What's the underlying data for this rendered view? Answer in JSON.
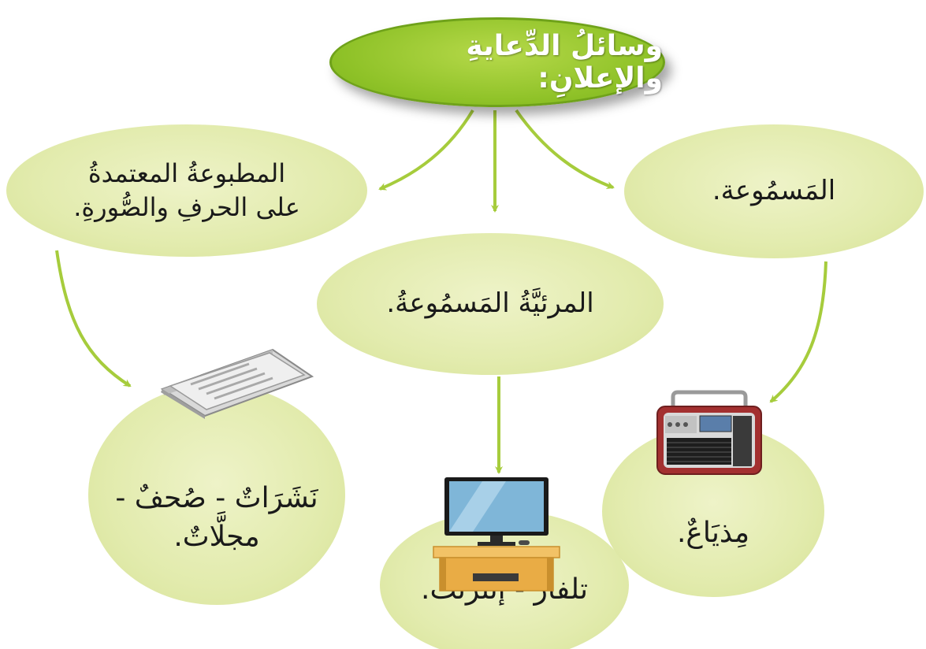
{
  "diagram": {
    "title": "وسائلُ الدِّعايةِ والإعلانِ:",
    "categories": {
      "printed": {
        "line1": "المطبوعةُ المعتمدةُ",
        "line2": "على الحرفِ والصُّورةِ."
      },
      "audible": {
        "label": "المَسمُوعة."
      },
      "visual": {
        "label": "المرئيَّةُ المَسمُوعةُ."
      }
    },
    "examples": {
      "printed": {
        "line1": "نَشَرَاتٌ - صُحفٌ -",
        "line2": "مجلَّاتٌ.",
        "icon": "newspaper-icon"
      },
      "visual": {
        "label": "تلفاز - إنترنت.",
        "icon": "television-icon"
      },
      "audible": {
        "label": "مِذيَاعٌ.",
        "icon": "radio-icon"
      }
    },
    "colors": {
      "title_fill": "#8fc228",
      "bubble_fill": "#e2ebad",
      "arrow": "#a6cc3c",
      "title_text": "#ffffff"
    }
  }
}
